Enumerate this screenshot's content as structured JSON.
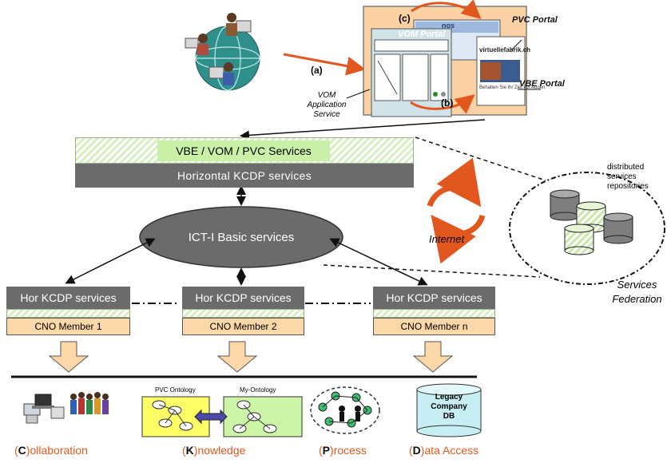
{
  "portals": {
    "vom_portal": "VOM Portal",
    "pvc_portal": "PVC Portal",
    "vbe_portal": "VBE Portal",
    "vbe_site": "virtuellefabrik.ch",
    "vbe_slogan": "Behalten Sie ihr Ziel vor Augen",
    "pvc_header": "nos",
    "label_a": "(a)",
    "label_b": "(b)",
    "label_c": "(c)",
    "vom_app_service": "VOM Application Service"
  },
  "services": {
    "top_services": "VBE / VOM / PVC Services",
    "horizontal": "Horizontal KCDP services",
    "ict": "ICT-I Basic services",
    "internet": "Internet"
  },
  "federation": {
    "repositories": "distributed services repositories",
    "title": "Services Federation"
  },
  "members": [
    {
      "service": "Hor KCDP services",
      "name": "CNO Member 1"
    },
    {
      "service": "Hor KCDP services",
      "name": "CNO Member 2"
    },
    {
      "service": "Hor KCDP services",
      "name": "CNO Member n"
    }
  ],
  "bottom": {
    "pvc_ontology": "PVC Ontology",
    "my_ontology": "My-Ontology",
    "legacy_db": "Legacy Company DB",
    "captions": [
      {
        "letter": "C",
        "rest": "ollaboration"
      },
      {
        "letter": "K",
        "rest": "nowledge"
      },
      {
        "letter": "P",
        "rest": "rocess"
      },
      {
        "letter": "D",
        "rest": "ata Access"
      }
    ]
  },
  "colors": {
    "accent_red": "#e2571e",
    "hatch_green": "#d9eec5",
    "services_green": "#c9f0a6",
    "grey_bar": "#6b6b6b",
    "peach": "#fcd7a7",
    "portal_orange": "#fcd2a4"
  }
}
